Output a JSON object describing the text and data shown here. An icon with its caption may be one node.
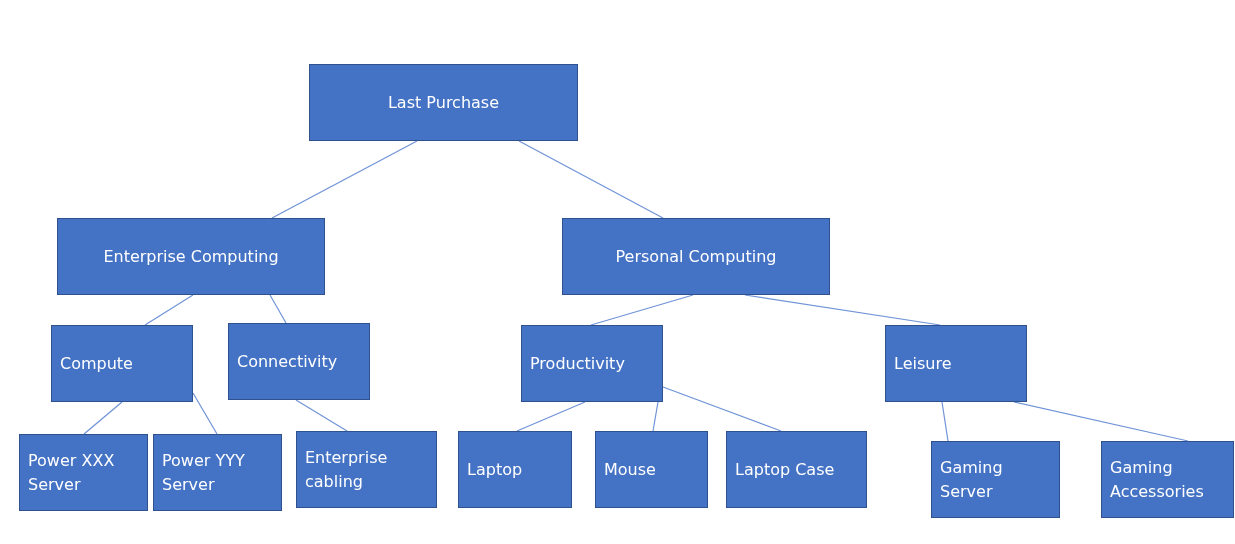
{
  "diagram": {
    "nodes": [
      {
        "text": [
          "Last Purchase"
        ]
      },
      {
        "text": [
          "Enterprise Computing"
        ]
      },
      {
        "text": [
          "Personal Computing"
        ]
      },
      {
        "text": [
          "Compute"
        ]
      },
      {
        "text": [
          "Connectivity"
        ]
      },
      {
        "text": [
          "Productivity"
        ]
      },
      {
        "text": [
          "Leisure"
        ]
      },
      {
        "text": [
          "Power XXX Server"
        ]
      },
      {
        "text": [
          "Power YYY Server"
        ]
      },
      {
        "text": [
          "Enterprise cabling"
        ]
      },
      {
        "text": [
          "Laptop"
        ]
      },
      {
        "text": [
          "Mouse"
        ]
      },
      {
        "text": [
          "Laptop Case"
        ]
      },
      {
        "text": [
          "Gaming Server"
        ]
      },
      {
        "text": [
          "Gaming Accessories"
        ]
      }
    ],
    "edges": [
      {
        "from": 0,
        "to": 1,
        "arrow": "none"
      },
      {
        "from": 0,
        "to": 2,
        "arrow": "none"
      },
      {
        "from": 1,
        "to": 3,
        "arrow": "none"
      },
      {
        "from": 1,
        "to": 4,
        "arrow": "none"
      },
      {
        "from": 2,
        "to": 5,
        "arrow": "none"
      },
      {
        "from": 2,
        "to": 6,
        "arrow": "none"
      },
      {
        "from": 3,
        "to": 7,
        "arrow": "none"
      },
      {
        "from": 3,
        "to": 8,
        "arrow": "none"
      },
      {
        "from": 4,
        "to": 9,
        "arrow": "none"
      },
      {
        "from": 5,
        "to": 10,
        "arrow": "none"
      },
      {
        "from": 5,
        "to": 11,
        "arrow": "none"
      },
      {
        "from": 5,
        "to": 12,
        "arrow": "none"
      },
      {
        "from": 6,
        "to": 13,
        "arrow": "none"
      },
      {
        "from": 6,
        "to": 14,
        "arrow": "none"
      }
    ]
  }
}
